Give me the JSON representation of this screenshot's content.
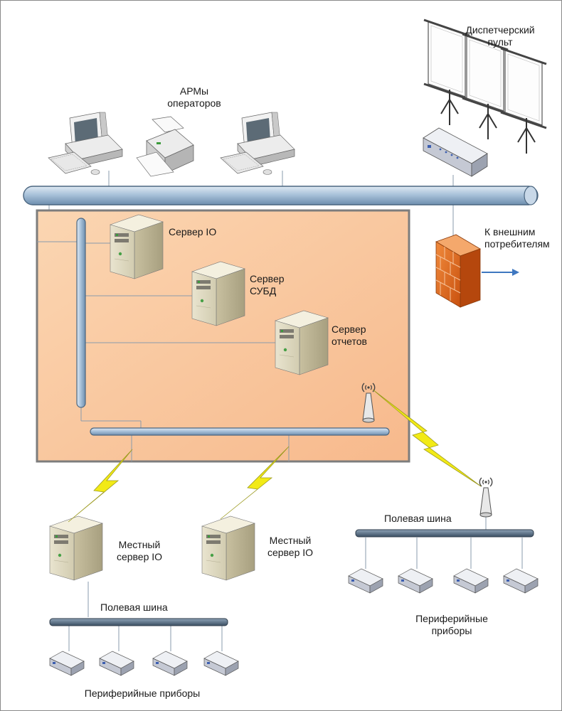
{
  "labels": {
    "dispatcher_panel": "Диспетчерский\nпульт",
    "operators_arm": "АРМы\nоператоров",
    "server_io": "Сервер IO",
    "server_dbms": "Сервер\nСУБД",
    "server_reports": "Сервер\nотчетов",
    "external_consumers": "К внешним\nпотребителям",
    "local_server_1": "Местный\nсервер IO",
    "local_server_2": "Местный\nсервер IO",
    "field_bus_left": "Полевая шина",
    "field_bus_right": "Полевая шина",
    "peripherals_left": "Периферийные приборы",
    "peripherals_right": "Периферийные\nприборы"
  },
  "colors": {
    "background": "#ffffff",
    "server_zone_fill": "#f9c9a0",
    "bus_fill": "#a9c2da",
    "bus_stroke": "#4b6680",
    "lightning": "#f2ea16",
    "firewall": "#e56a1c",
    "arrow": "#3e77c0"
  },
  "icons": {
    "workstation": "computer-workstation-icon",
    "printer": "printer-icon",
    "server": "tower-server-icon",
    "projector_screen": "projection-screen-icon",
    "network_switch": "network-switch-icon",
    "firewall": "firewall-brick-wall-icon",
    "wireless_antenna": "wireless-antenna-icon",
    "peripheral_device": "peripheral-device-icon",
    "wireless_link": "lightning-bolt-icon"
  }
}
